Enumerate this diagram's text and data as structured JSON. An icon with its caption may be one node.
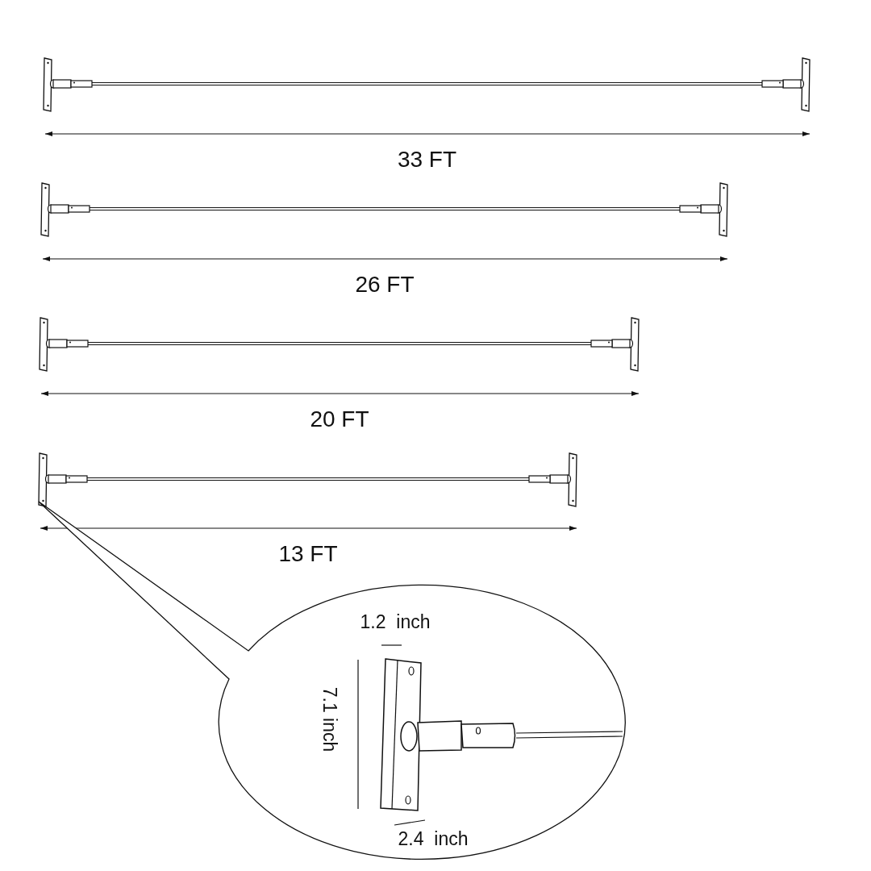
{
  "diagram": {
    "labels": [
      "33 FT",
      "26 FT",
      "20 FT",
      "13 FT",
      "1.2  inch",
      "7.1 inch",
      "2.4  inch"
    ]
  }
}
